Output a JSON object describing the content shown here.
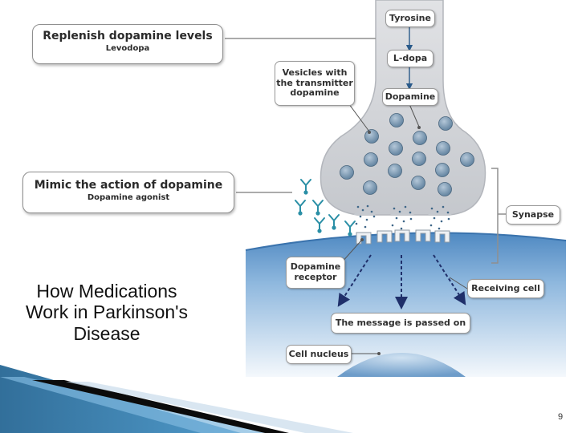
{
  "slide_title": {
    "line1": "How Medications",
    "line2": "Work in Parkinson's",
    "line3": "Disease"
  },
  "page_number": "9",
  "callouts": {
    "replenish": {
      "title": "Replenish dopamine levels",
      "subtitle": "Levodopa"
    },
    "mimic": {
      "title": "Mimic the action of dopamine",
      "subtitle": "Dopamine agonist"
    }
  },
  "labels": {
    "tyrosine": "Tyrosine",
    "ldopa": "L-dopa",
    "dopamine": "Dopamine",
    "vesicles_line1": "Vesicles with",
    "vesicles_line2": "the transmitter",
    "vesicles_line3": "dopamine",
    "synapse": "Synapse",
    "receptor_line1": "Dopamine",
    "receptor_line2": "receptor",
    "receiving_cell": "Receiving cell",
    "message": "The message is passed on",
    "cell_nucleus": "Cell nucleus"
  },
  "colors": {
    "cell_gray": "#d4d6da",
    "receiving_blue": "#5e95c9",
    "vesicle_blue": "#5a7f9e",
    "arrow_navy": "#1f2f6a",
    "agonist_teal": "#2a8fa6",
    "accent_dark": "#0b3a5c"
  }
}
